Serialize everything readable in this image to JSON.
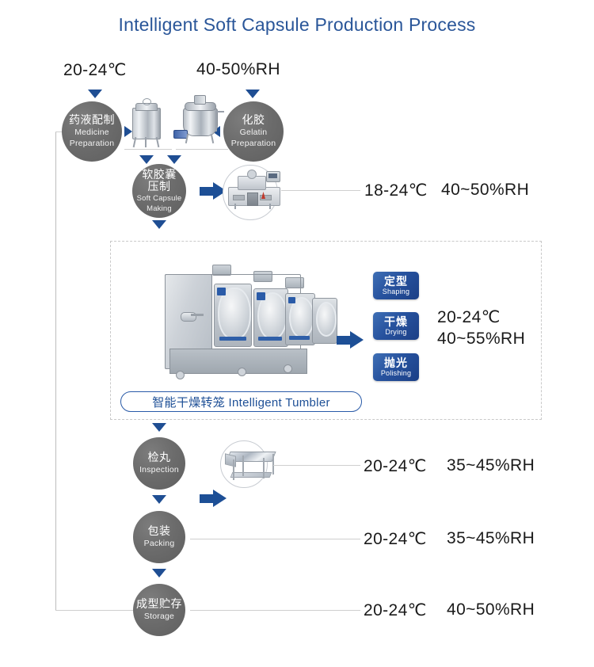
{
  "page": {
    "title": "Intelligent Soft Capsule Production Process",
    "title_color": "#2a5699",
    "accent_blue": "#1d4f96",
    "circle_gray": "#6c6c6c",
    "background": "#ffffff"
  },
  "top_conditions": {
    "temperature": "20-24℃",
    "humidity": "40-50%RH"
  },
  "process_steps": [
    {
      "id": "medicine-preparation",
      "cn": "药液配制",
      "en_line1": "Medicine",
      "en_line2": "Preparation"
    },
    {
      "id": "gelatin-preparation",
      "cn": "化胶",
      "en_line1": "Gelatin",
      "en_line2": "Preparation"
    },
    {
      "id": "soft-capsule-making",
      "cn_line1": "软胶囊",
      "cn_line2": "压制",
      "en_line1": "Soft Capsule",
      "en_line2": "Making"
    },
    {
      "id": "inspection",
      "cn": "检丸",
      "en_line1": "Inspection"
    },
    {
      "id": "packing",
      "cn": "包装",
      "en_line1": "Packing"
    },
    {
      "id": "storage",
      "cn": "成型贮存",
      "en_line1": "Storage"
    }
  ],
  "conditions": {
    "capsule_making": {
      "temperature": "18-24℃",
      "humidity": "40~50%RH"
    },
    "tumbler": {
      "temperature": "20-24℃",
      "humidity": "40~55%RH"
    },
    "inspection": {
      "temperature": "20-24℃",
      "humidity": "35~45%RH"
    },
    "packing": {
      "temperature": "20-24℃",
      "humidity": "35~45%RH"
    },
    "storage": {
      "temperature": "20-24℃",
      "humidity": "40~50%RH"
    }
  },
  "tumbler_section": {
    "caption": "智能干燥转笼  Intelligent Tumbler",
    "badges": [
      {
        "id": "shaping",
        "cn": "定型",
        "en": "Shaping"
      },
      {
        "id": "drying",
        "cn": "干燥",
        "en": "Drying"
      },
      {
        "id": "polishing",
        "cn": "抛光",
        "en": "Polishing"
      }
    ]
  },
  "equipment": [
    {
      "id": "mixing-tank",
      "name": "stainless-mixing-tank"
    },
    {
      "id": "gelatin-reactor",
      "name": "stainless-gelatin-reactor"
    },
    {
      "id": "encapsulation-machine",
      "name": "softgel-encapsulation-machine"
    },
    {
      "id": "intelligent-tumbler",
      "name": "intelligent-drying-tumbler"
    },
    {
      "id": "inspection-table",
      "name": "capsule-inspection-table"
    }
  ]
}
